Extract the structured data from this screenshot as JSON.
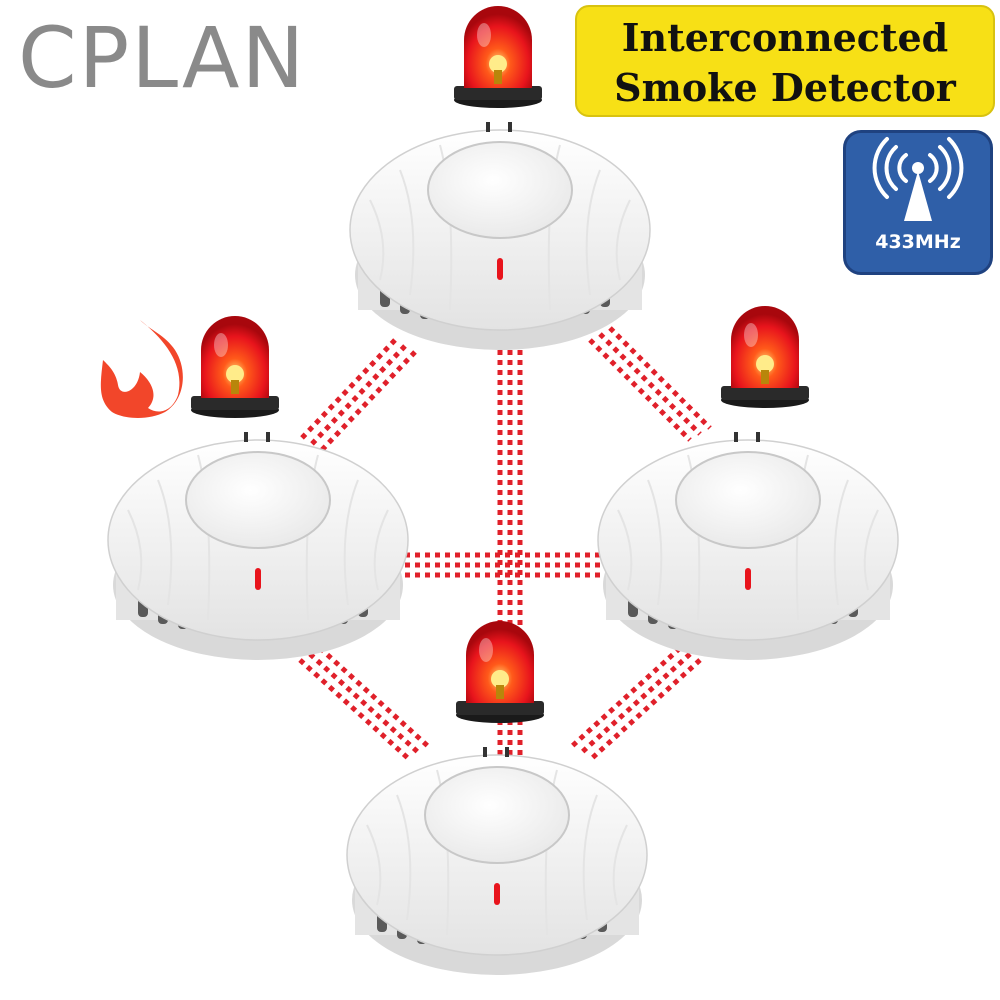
{
  "brand": {
    "name": "CPLAN"
  },
  "title": {
    "line1": "Interconnected",
    "line2": "Smoke Detector"
  },
  "badge": {
    "label": "433MHz",
    "icon": "wireless-antenna-icon"
  },
  "colors": {
    "brand_text": "#8a8a8a",
    "title_background": "#f7e016",
    "badge_background": "#2f5fa8",
    "link_dots": "#e0202a",
    "alarm_red": "#e8141c"
  },
  "icons": {
    "alarm": "alarm-siren-icon",
    "fire": "fire-icon",
    "detector": "smoke-detector-icon",
    "led": "red-led-indicator"
  }
}
